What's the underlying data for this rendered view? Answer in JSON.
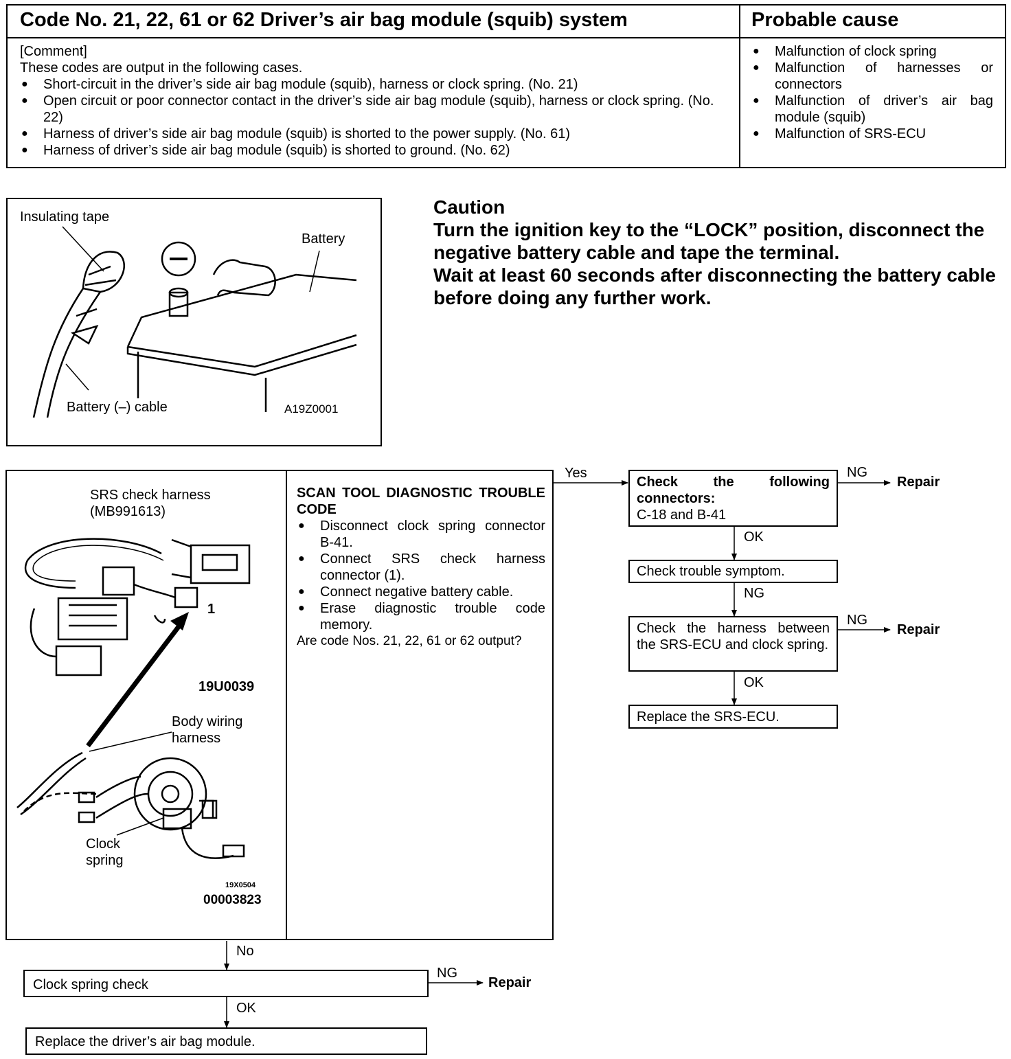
{
  "header": {
    "title": "Code No. 21, 22, 61 or 62 Driver’s air bag module (squib) system",
    "cause_title": "Probable cause"
  },
  "comment": {
    "tag": "[Comment]",
    "intro": "These codes are output in the following cases.",
    "items": [
      "Short-circuit in the driver’s side air bag module (squib), harness or clock spring. (No. 21)",
      "Open circuit or poor connector contact in the driver’s side air bag module (squib), harness or clock spring. (No. 22)",
      "Harness of driver’s side air bag module (squib) is shorted to the power supply. (No. 61)",
      "Harness of driver’s side air bag module (squib) is shorted to ground. (No. 62)"
    ]
  },
  "causes": [
    "Malfunction of clock spring",
    "Malfunction of harnesses or connectors",
    "Malfunction of driver’s air bag module (squib)",
    "Malfunction of SRS-ECU"
  ],
  "battery_figure": {
    "insulating_tape": "Insulating tape",
    "battery": "Battery",
    "cable": "Battery (–) cable",
    "code": "A19Z0001",
    "minus_symbol": "–"
  },
  "caution": {
    "heading": "Caution",
    "line1": "Turn the ignition key to the “LOCK” position, disconnect the negative battery cable and tape the terminal.",
    "line2": "Wait at least 60 seconds after disconnecting the battery cable before doing any further work."
  },
  "harness_figure": {
    "check_harness": "SRS check harness",
    "part_no": "(MB991613)",
    "connector_no": "1",
    "code1": "19U0039",
    "body_wiring": "Body wiring",
    "harness": "harness",
    "clock": "Clock",
    "spring": "spring",
    "code2": "19X0504",
    "code3": "00003823"
  },
  "diagnostic": {
    "title": "SCAN TOOL DIAGNOSTIC TROUBLE CODE",
    "steps": [
      "Disconnect clock spring connector B-41.",
      "Connect SRS check harness connector (1).",
      "Connect negative battery cable.",
      "Erase diagnostic trouble code memory."
    ],
    "question": "Are code Nos. 21, 22, 61 or 62 output?"
  },
  "flow": {
    "yes": "Yes",
    "no": "No",
    "ng": "NG",
    "ok": "OK",
    "repair": "Repair",
    "check_connectors_bold": "Check the following connectors:",
    "check_connectors_list": "C-18 and B-41",
    "check_symptom": "Check trouble symptom.",
    "check_harness": "Check the harness between the SRS-ECU and clock spring.",
    "replace_ecu": "Replace the SRS-ECU.",
    "clock_spring_check": "Clock spring check",
    "replace_module": "Replace the driver’s air bag module."
  }
}
